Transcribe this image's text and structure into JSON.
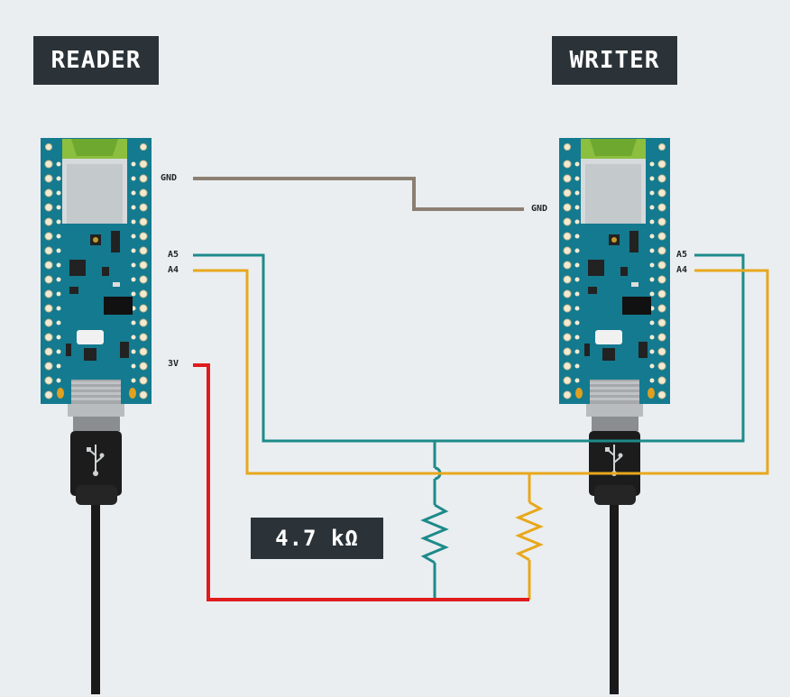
{
  "reader": {
    "title": "READER",
    "pins": {
      "gnd": "GND",
      "a5": "A5",
      "a4": "A4",
      "v3": "3V"
    }
  },
  "writer": {
    "title": "WRITER",
    "pins": {
      "gnd": "GND",
      "a5": "A5",
      "a4": "A4"
    }
  },
  "resistor": {
    "label": "4.7 kΩ"
  },
  "colors": {
    "gnd_wire": "#8c7f72",
    "sda_wire": "#1e8a8a",
    "scl_wire": "#e8a81c",
    "power_wire": "#e01b1b",
    "board": "#147a8f",
    "cable": "#1a1a1a"
  }
}
